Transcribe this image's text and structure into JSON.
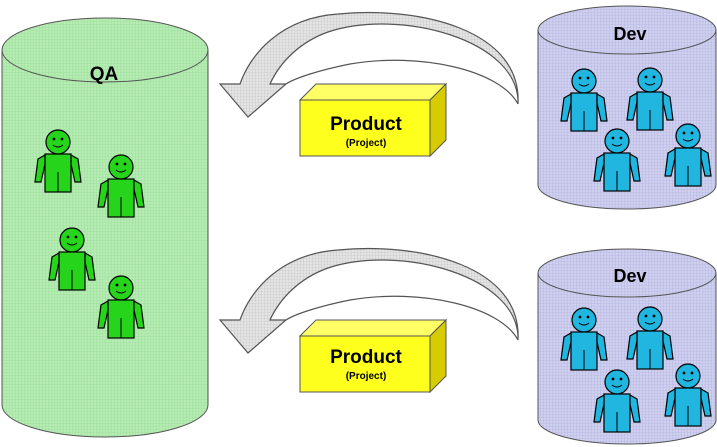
{
  "qa": {
    "label": "QA",
    "fill": "#a9e8a9",
    "person_color": "#27d41c"
  },
  "dev": {
    "label": "Dev",
    "fill": "#c6c8ec",
    "person_color": "#21b6df"
  },
  "product": {
    "title": "Product",
    "subtitle": "(Project)",
    "fill": "#ffff1e"
  },
  "arrow": {
    "fill": "#d9d9d9"
  }
}
